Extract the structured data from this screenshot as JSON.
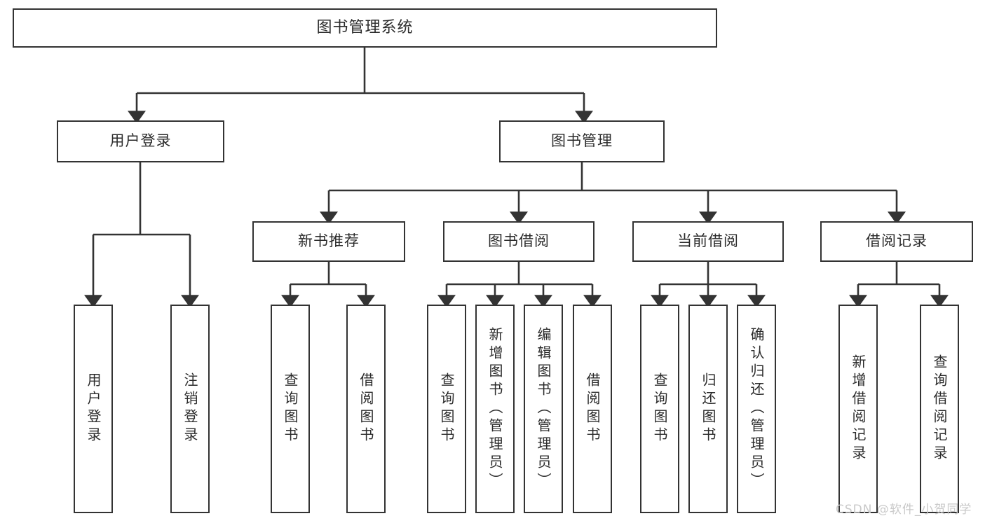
{
  "diagram": {
    "type": "tree",
    "title": "图书管理系统",
    "root": {
      "label": "图书管理系统"
    },
    "level2": [
      {
        "label": "用户登录"
      },
      {
        "label": "图书管理"
      }
    ],
    "level3": [
      {
        "label": "新书推荐"
      },
      {
        "label": "图书借阅"
      },
      {
        "label": "当前借阅"
      },
      {
        "label": "借阅记录"
      }
    ],
    "leaves": {
      "user_login": [
        {
          "label": "用户登录"
        },
        {
          "label": "注销登录"
        }
      ],
      "new_book": [
        {
          "label": "查询图书"
        },
        {
          "label": "借阅图书"
        }
      ],
      "book_borrow": [
        {
          "label": "查询图书"
        },
        {
          "label": "新增图书（管理员）"
        },
        {
          "label": "编辑图书（管理员）"
        },
        {
          "label": "借阅图书"
        }
      ],
      "current_borrow": [
        {
          "label": "查询图书"
        },
        {
          "label": "归还图书"
        },
        {
          "label": "确认归还（管理员）"
        }
      ],
      "borrow_record": [
        {
          "label": "新增借阅记录"
        },
        {
          "label": "查询借阅记录"
        }
      ]
    },
    "watermark": "CSDN @软件_小贺同学",
    "colors": {
      "border": "#333333",
      "text": "#2b2b2b",
      "background": "#ffffff",
      "watermark": "#c9c9c9"
    }
  }
}
